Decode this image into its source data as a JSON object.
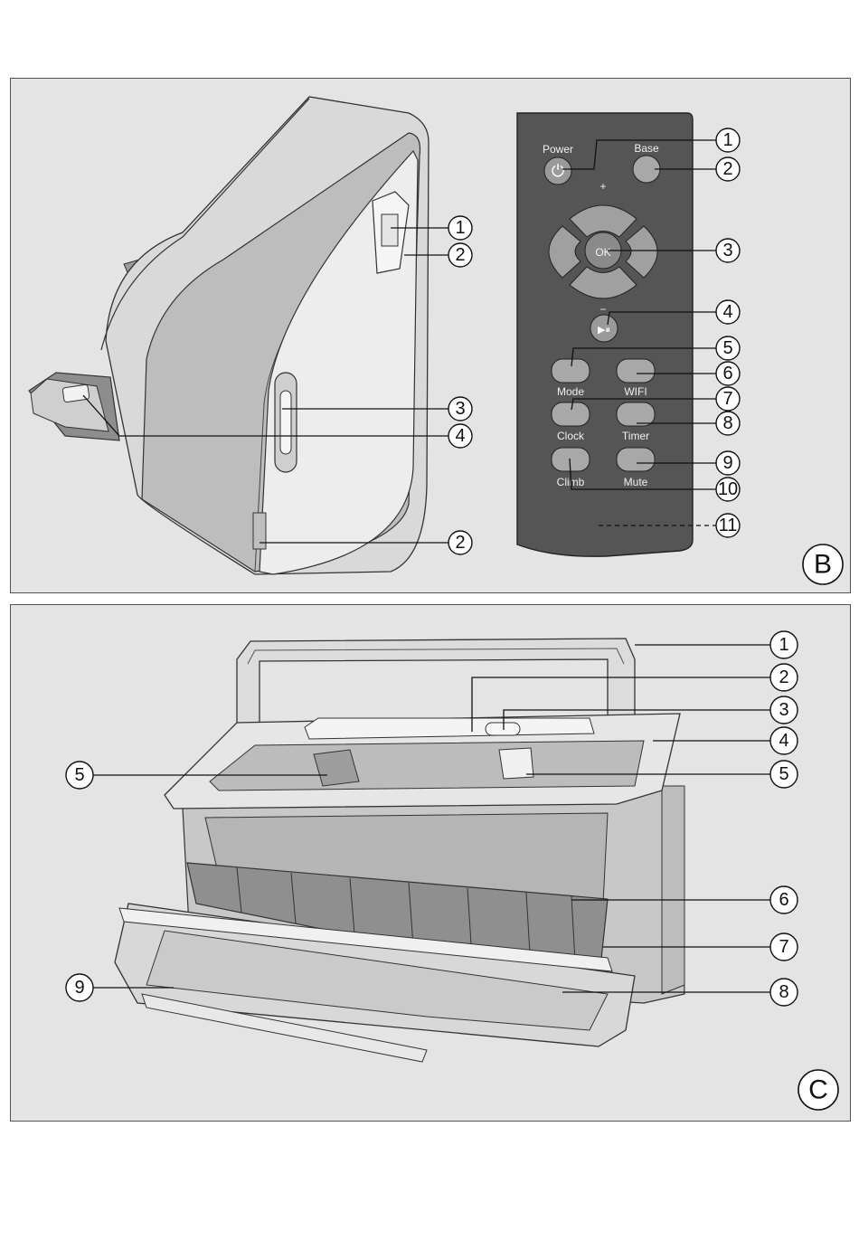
{
  "panel_b": {
    "letter": "B",
    "device_callouts": [
      "1",
      "2",
      "3",
      "4",
      "2"
    ],
    "remote_callouts": [
      "1",
      "2",
      "3",
      "4",
      "5",
      "6",
      "7",
      "8",
      "9",
      "10",
      "11"
    ],
    "remote_labels": {
      "power": "Power",
      "base": "Base",
      "plus": "+",
      "ok": "OK",
      "minus": "−",
      "mode": "Mode",
      "wifi": "WIFI",
      "clock": "Clock",
      "timer": "Timer",
      "climb": "Climb",
      "mute": "Mute"
    }
  },
  "panel_c": {
    "letter": "C",
    "callouts_left": [
      "5",
      "9"
    ],
    "callouts_right": [
      "1",
      "2",
      "3",
      "4",
      "5",
      "6",
      "7",
      "8"
    ]
  }
}
